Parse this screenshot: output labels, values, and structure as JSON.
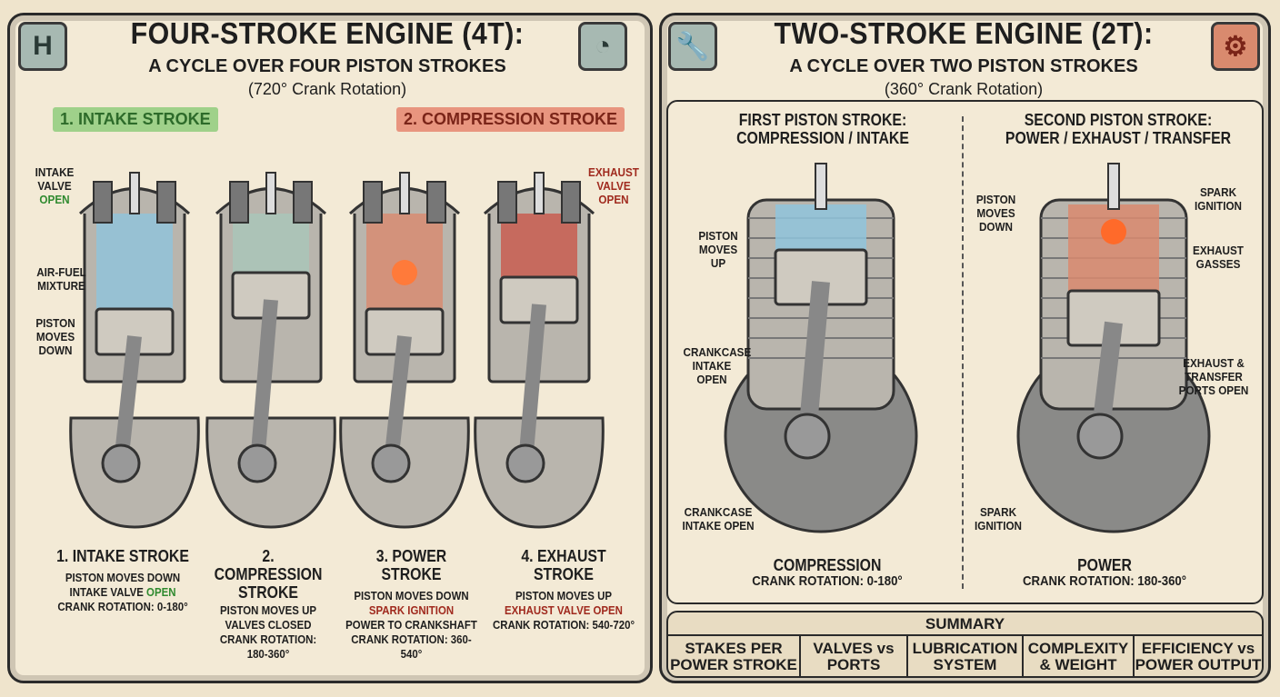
{
  "four_stroke": {
    "title": "FOUR-STROKE ENGINE (4T):",
    "subtitle": "A CYCLE OVER FOUR PISTON STROKES",
    "rotation": "(720° Crank Rotation)",
    "badges": {
      "intake": "1. INTAKE STROKE",
      "compression": "2. COMPRESSION STROKE"
    },
    "labels": {
      "intake_valve": "INTAKE VALVE",
      "intake_open": "OPEN",
      "air_fuel": "AIR-FUEL MIXTURE",
      "piston_down": "PISTON MOVES DOWN",
      "exhaust_valve": "EXHAUST VALVE OPEN"
    },
    "strokes": [
      {
        "title": "1. INTAKE STROKE",
        "l1": "PISTON MOVES DOWN",
        "l2a": "INTAKE VALVE ",
        "l2b": "OPEN",
        "l3": "CRANK ROTATION: 0-180°"
      },
      {
        "title": "2. COMPRESSION STROKE",
        "l1": "PISTON MOVES UP",
        "l2": "VALVES CLOSED",
        "l3": "CRANK ROTATION: 180-360°"
      },
      {
        "title": "3. POWER STROKE",
        "l1": "PISTON MOVES DOWN",
        "l2": "SPARK IGNITION",
        "l3": "POWER TO CRANKSHAFT",
        "l4": "CRANK ROTATION: 360-540°"
      },
      {
        "title": "4. EXHAUST STROKE",
        "l1": "PISTON MOVES UP",
        "l2": "EXHAUST VALVE OPEN",
        "l3": "CRANK ROTATION: 540-720°"
      }
    ]
  },
  "two_stroke": {
    "title": "TWO-STROKE ENGINE (2T):",
    "subtitle": "A CYCLE OVER TWO PISTON STROKES",
    "rotation": "(360° Crank Rotation)",
    "first": {
      "heading1": "FIRST PISTON STROKE:",
      "heading2": "COMPRESSION / INTAKE",
      "name": "COMPRESSION",
      "rotation": "CRANK ROTATION: 0-180°",
      "labels": {
        "piston_up": "PISTON MOVES UP",
        "crankcase1": "CRANKCASE INTAKE OPEN",
        "crankcase2": "CRANKCASE INTAKE OPEN"
      }
    },
    "second": {
      "heading1": "SECOND PISTON STROKE:",
      "heading2": "POWER / EXHAUST / TRANSFER",
      "name": "POWER",
      "rotation": "CRANK ROTATION: 180-360°",
      "labels": {
        "piston_down": "PISTON MOVES DOWN",
        "spark": "SPARK IGNITION",
        "exhaust": "EXHAUST GASSES",
        "ports": "EXHAUST & TRANSFER PORTS OPEN",
        "spark2": "SPARK IGNITION"
      }
    },
    "summary": {
      "title": "SUMMARY",
      "cells": [
        "STAKES PER POWER STROKE",
        "VALVES vs PORTS",
        "LUBRICATION SYSTEM",
        "COMPLEXITY & WEIGHT",
        "EFFICIENCY vs POWER OUTPUT"
      ]
    }
  },
  "colors": {
    "intake": "#8fc4dc",
    "exhaust": "#c9574a",
    "green_badge": "#9fd18a",
    "red_badge": "#e8957f"
  }
}
